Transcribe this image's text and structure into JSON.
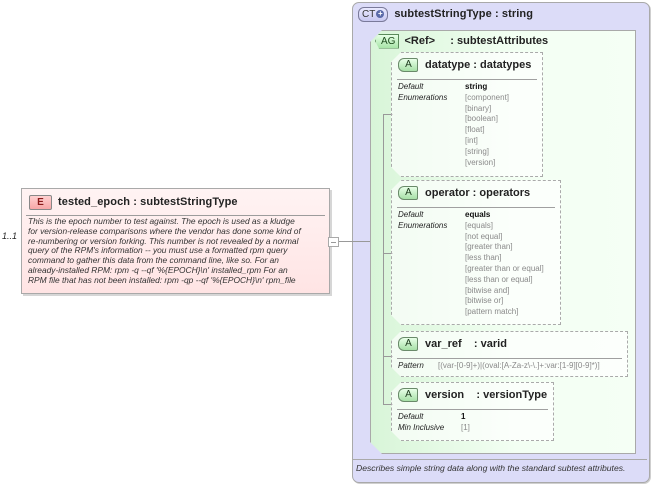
{
  "element": {
    "multiplicity": "1..1",
    "badge": "E",
    "name": "tested_epoch",
    "type": "subtestStringType",
    "title": "tested_epoch : subtestStringType",
    "documentation": [
      "This is the epoch number to test against.  The epoch is used as a kludge",
      "for version-release comparisons where the vendor has done some kind of",
      "re-numbering or version forking.  This number is not revealed by a normal",
      "query of the RPM's information -- you must use a formatted rpm query",
      "command to gather this data from the command line, like so.  For an",
      "already-installed RPM:  rpm -q --qf '%{EPOCH}\\n' installed_rpm  For an",
      "RPM file that has not been installed:  rpm -qp --qf '%{EPOCH}\\n' rpm_file"
    ]
  },
  "complex_type": {
    "badge": "CT",
    "title": "subtestStringType : string",
    "documentation": "Describes simple string data along with the standard subtest attributes."
  },
  "attribute_group": {
    "badge": "AG",
    "title": "<Ref>     : subtestAttributes"
  },
  "attributes": [
    {
      "badge": "A",
      "title": "datatype : datatypes",
      "labels": [
        "Default",
        "Enumerations"
      ],
      "default": "string",
      "values": [
        "[component]",
        "[binary]",
        "[boolean]",
        "[float]",
        "[int]",
        "[string]",
        "[version]"
      ]
    },
    {
      "badge": "A",
      "title": "operator : operators",
      "labels": [
        "Default",
        "Enumerations"
      ],
      "default": "equals",
      "values": [
        "[equals]",
        "[not equal]",
        "[greater than]",
        "[less than]",
        "[greater than or equal]",
        "[less than or equal]",
        "[bitwise and]",
        "[bitwise or]",
        "[pattern match]"
      ]
    },
    {
      "badge": "A",
      "title": "var_ref    : varid",
      "labels": [
        "Pattern"
      ],
      "pattern": "[(var-[0-9]+)|(oval:[A-Za-z\\-\\.]+:var:[1-9][0-9]*)]"
    },
    {
      "badge": "A",
      "title": "version    : versionType",
      "labels": [
        "Default",
        "Min Inclusive"
      ],
      "default": "1",
      "values": [
        "[1]"
      ]
    }
  ],
  "colors": {
    "element_bg": "#ffe4e4",
    "complex_type_bg": "#dcdcf8",
    "attribute_group_bg": "#e6fbe6",
    "border": "#a9a9a9",
    "enum_text": "#8a8a8a"
  }
}
